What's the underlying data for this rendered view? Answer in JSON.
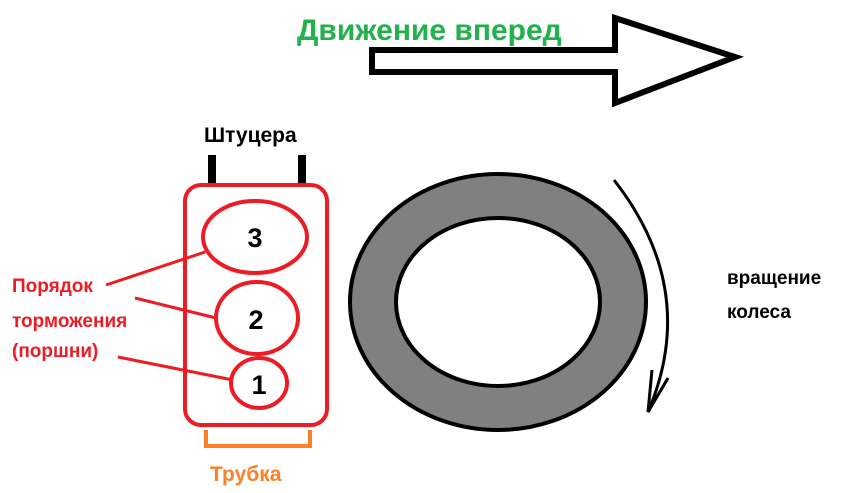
{
  "title": "Движение вперед",
  "fittings_label": "Штуцера",
  "braking_order_label": [
    "Порядок",
    "торможения",
    "(поршни)"
  ],
  "pistons": [
    "3",
    "2",
    "1"
  ],
  "tube_label": "Трубка",
  "rotation_label": [
    "вращение",
    "колеса"
  ],
  "colors": {
    "title": "#22b14c",
    "caliper": "#ed1c24",
    "tube": "#ff7f27",
    "tire": "#808080",
    "outline": "#000000"
  }
}
